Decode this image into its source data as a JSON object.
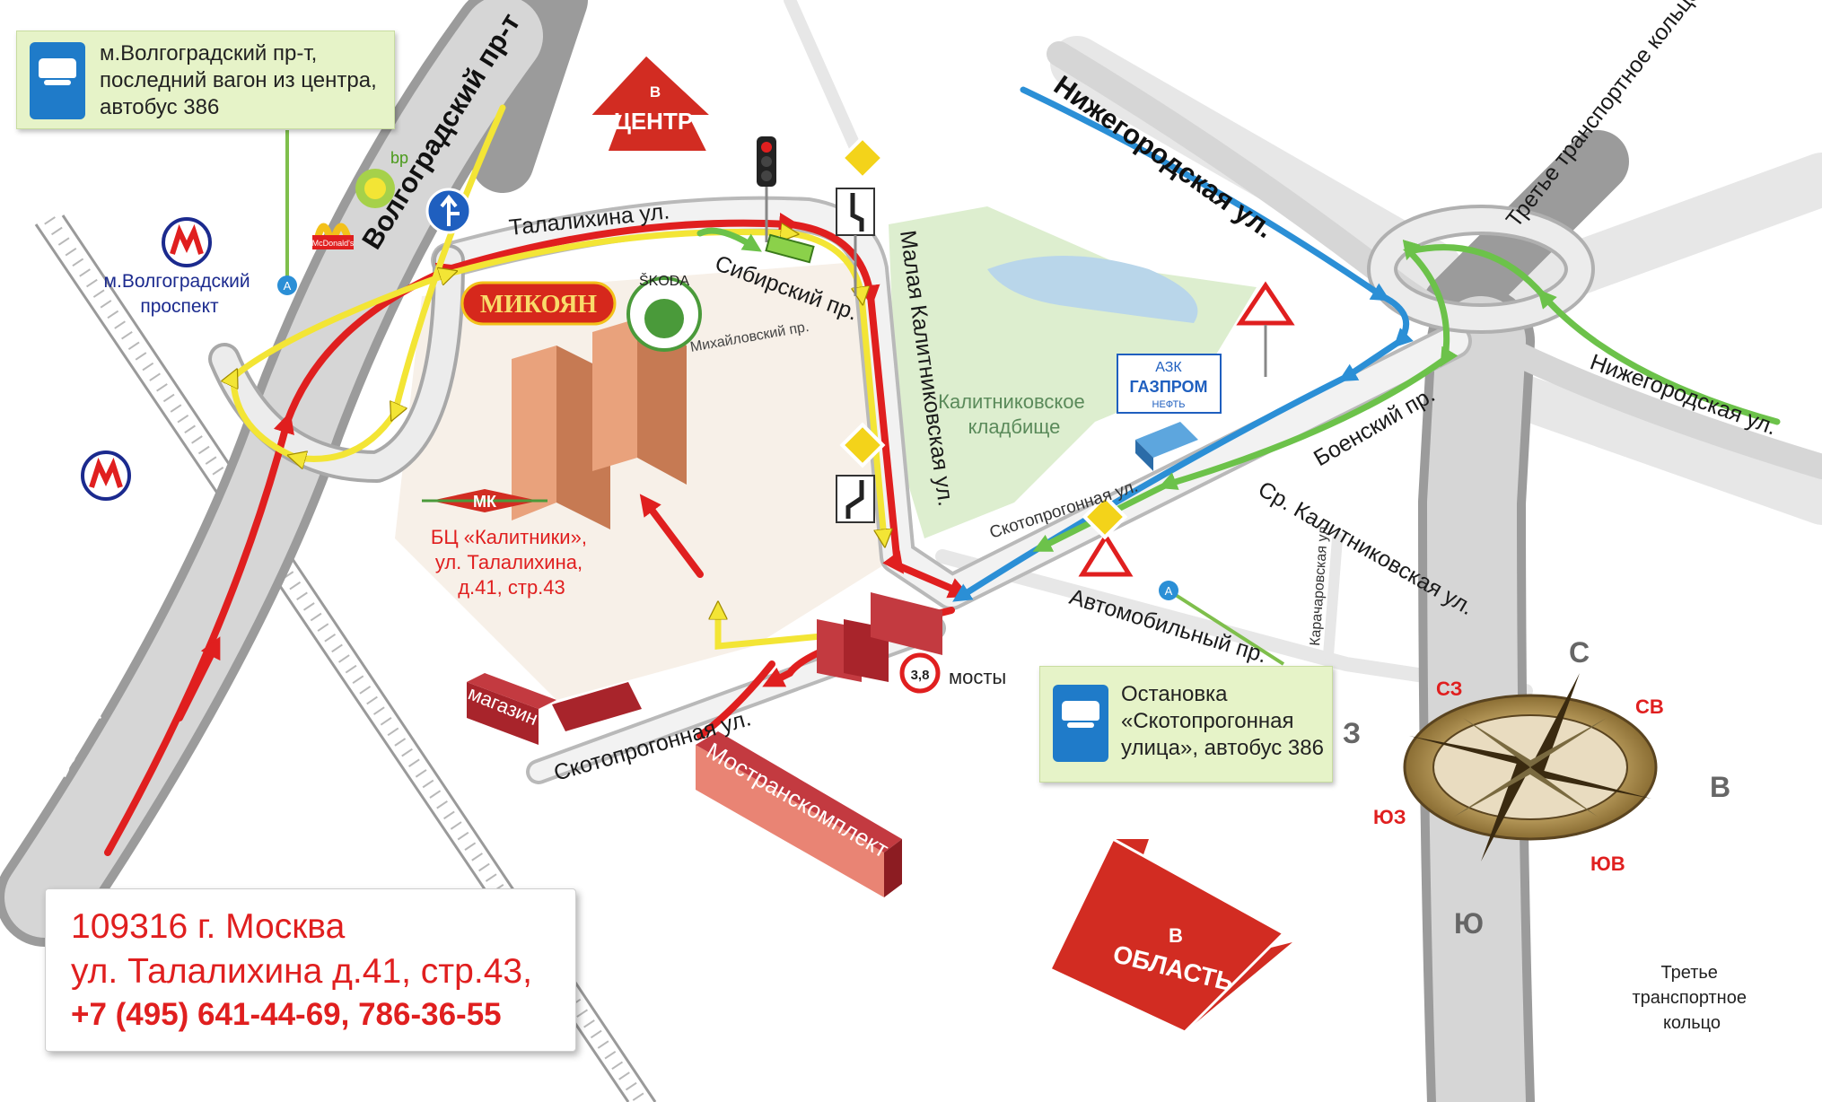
{
  "roads": {
    "volgogradsky_top": "Волгоградский пр-т",
    "volgogradsky_bottom": "Волгоградский пр-т",
    "talalikhina": "Талалихина ул.",
    "sibirsky": "Сибирский пр.",
    "mikhaylovsky": "Михайловский пр.",
    "malaya_kalitnikovskaya": "Малая Калитниковская ул.",
    "nizhegorodskaya_top": "Нижегородская ул.",
    "nizhegorodskaya_right": "Нижегородская ул.",
    "ttk_top": "Третье транспортное кольцо",
    "ttk_bottom": "Третье\nтранспортное\nкольцо",
    "boensky": "Боенский пр.",
    "sr_kalitnikovskaya": "Ср. Калитниковская ул.",
    "skotoprogonnaya_mid": "Скотопрогонная ул.",
    "skotoprogonnaya_bottom": "Скотопрогонная ул.",
    "avtomobilny": "Автомобильный пр.",
    "karacharovskaya": "Карачаровская ул."
  },
  "places": {
    "metro_volgogradsky": "м.Волгоградский\nпроспект",
    "cemetery": "Калитниковское\nкладбище",
    "bc_kalitniki": "БЦ «Калитники»,\nул. Талалихина,\nд.41, стр.43",
    "shop": "магазин",
    "mostranskomplekt": "Мостранскомплект",
    "bridges": "мосты",
    "bridge_height": "3,8"
  },
  "brands": {
    "mikoyan": "МИКОЯН",
    "skoda": "ŠKODA",
    "gazprom_azs": "АЗК",
    "gazprom": "ГАЗПРОМ",
    "gazprom_sub": "НЕФТЬ",
    "bp": "bp",
    "mcdonalds": "McDonald's",
    "mk": "МК"
  },
  "arrows": {
    "to_center_1": "В",
    "to_center_2": "ЦЕНТР",
    "to_region_1": "В",
    "to_region_2": "ОБЛАСТЬ"
  },
  "bus_stops": {
    "top": "м.Волгоградский пр-т,\nпоследний вагон из центра,\nавтобус 386",
    "bottom": "Остановка\n«Скотопрогонная\nулица», автобус 386",
    "stop_letter": "А"
  },
  "compass": {
    "n": "С",
    "s": "Ю",
    "w": "З",
    "e": "В",
    "nw": "СЗ",
    "ne": "СВ",
    "sw": "ЮЗ",
    "se": "ЮВ"
  },
  "address": {
    "line1": "109316 г. Москва",
    "line2": "ул. Талалихина д.41, стр.43,",
    "phone": "+7 (495) 641-44-69, 786-36-55"
  },
  "colors": {
    "route_red": "#e01f1f",
    "route_yellow": "#f3e535",
    "route_blue": "#2b8fd6",
    "route_green": "#6cc24a",
    "card_bg": "#e6f3c8"
  }
}
